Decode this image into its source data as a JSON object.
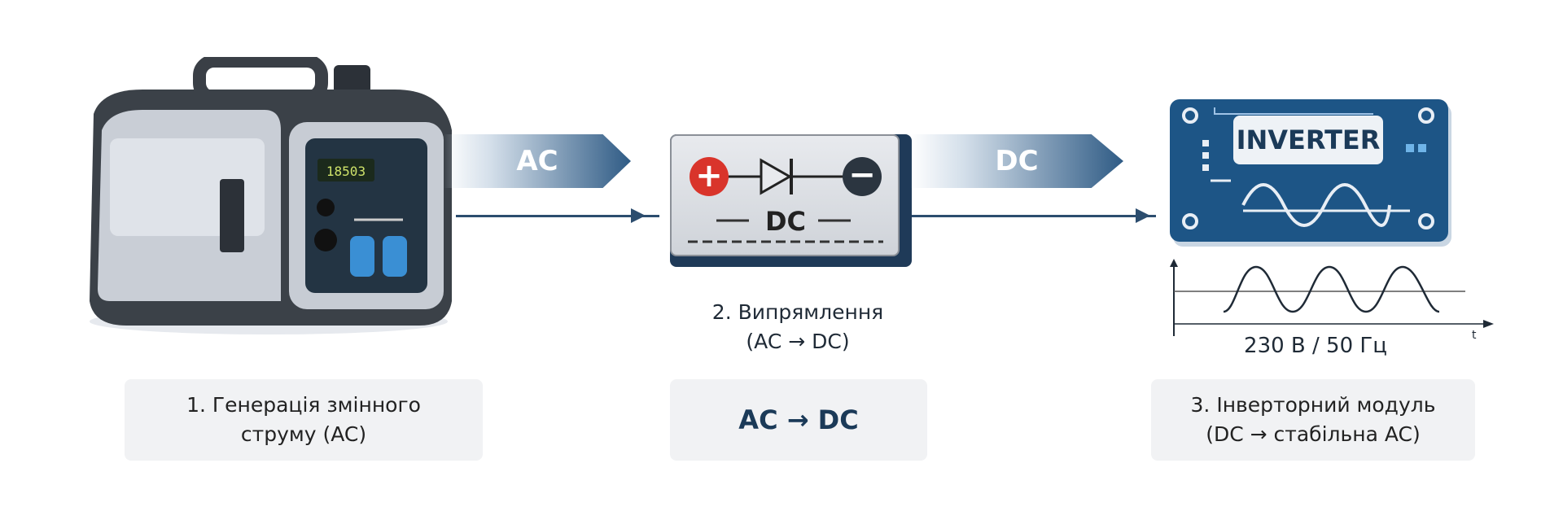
{
  "generator": {
    "display": "18503"
  },
  "arrows": {
    "ac_label": "AC",
    "dc_label": "DC"
  },
  "rectifier": {
    "plus": "+",
    "minus": "−",
    "dc_label": "DC",
    "caption_line1": "2. Випрямлення",
    "caption_line2": "(AC → DC)",
    "box_text": "AC → DC"
  },
  "inverter": {
    "board_label": "INVERTER",
    "output_label": "230 В / 50 Гц",
    "axis_t": "t"
  },
  "steps": [
    {
      "line1": "1. Генерація змінного",
      "line2": "струму (AC)"
    },
    {
      "line1": "3. Інверторний модуль",
      "line2": "(DC → стабільна AC)"
    }
  ],
  "colors": {
    "accent": "#2f5b85",
    "board": "#1d5586",
    "plus": "#d9342b",
    "minus": "#2b3540"
  }
}
